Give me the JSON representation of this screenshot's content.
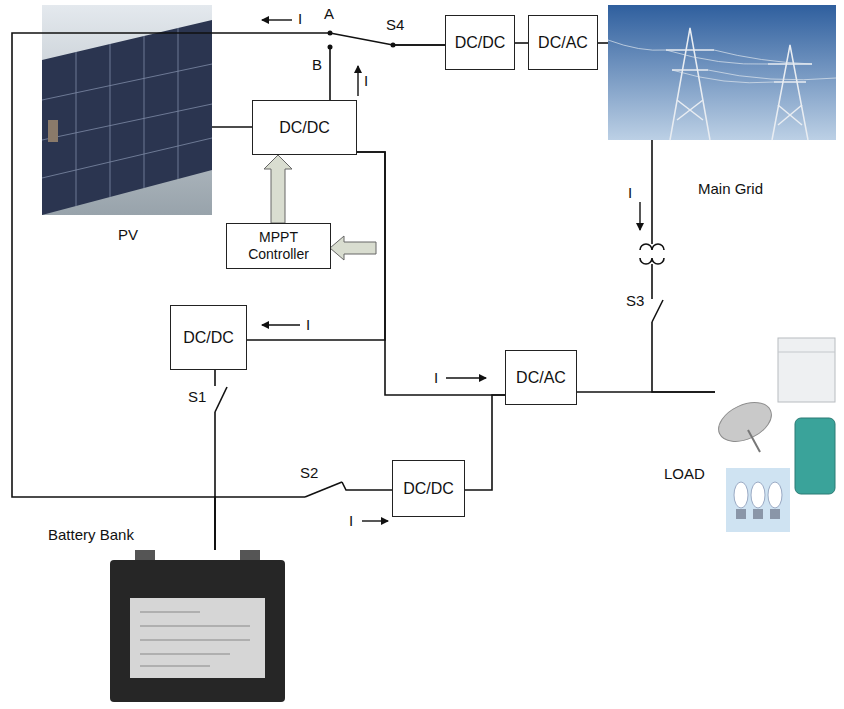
{
  "diagram": {
    "nodes": [
      {
        "text": [
          "DC/DC"
        ]
      },
      {
        "text": [
          "DC/AC"
        ]
      },
      {
        "text": [
          "Main Grid"
        ]
      },
      {
        "text": [
          "PV"
        ]
      },
      {
        "text": [
          "DC/DC"
        ]
      },
      {
        "text": [
          "MPPT Controller"
        ]
      },
      {
        "text": [
          "DC/DC"
        ]
      },
      {
        "text": [
          "DC/AC"
        ]
      },
      {
        "text": [
          "LOAD"
        ]
      },
      {
        "text": [
          "DC/DC"
        ]
      },
      {
        "text": [
          "Battery Bank"
        ]
      }
    ],
    "edges": [
      {
        "from": 0,
        "to": 1,
        "arrow": "none"
      },
      {
        "from": 1,
        "to": 2,
        "arrow": "none"
      },
      {
        "from": 3,
        "to": 4,
        "arrow": "none"
      },
      {
        "from": 5,
        "to": 4,
        "arrow": "to"
      },
      {
        "from": 4,
        "to": 0,
        "arrow": "none"
      },
      {
        "from": 4,
        "to": 6,
        "arrow": "none"
      },
      {
        "from": 4,
        "to": 7,
        "arrow": "none"
      },
      {
        "from": 6,
        "to": 10,
        "arrow": "none"
      },
      {
        "from": 10,
        "to": 9,
        "arrow": "none"
      },
      {
        "from": 10,
        "to": 0,
        "arrow": "none"
      },
      {
        "from": 9,
        "to": 7,
        "arrow": "none"
      },
      {
        "from": 7,
        "to": 8,
        "arrow": "none"
      },
      {
        "from": 2,
        "to": 8,
        "arrow": "none"
      }
    ],
    "labels": [
      "I",
      "A",
      "S4",
      "B",
      "I",
      "I",
      "S3",
      "I",
      "I",
      "S1",
      "S2",
      "I"
    ]
  }
}
